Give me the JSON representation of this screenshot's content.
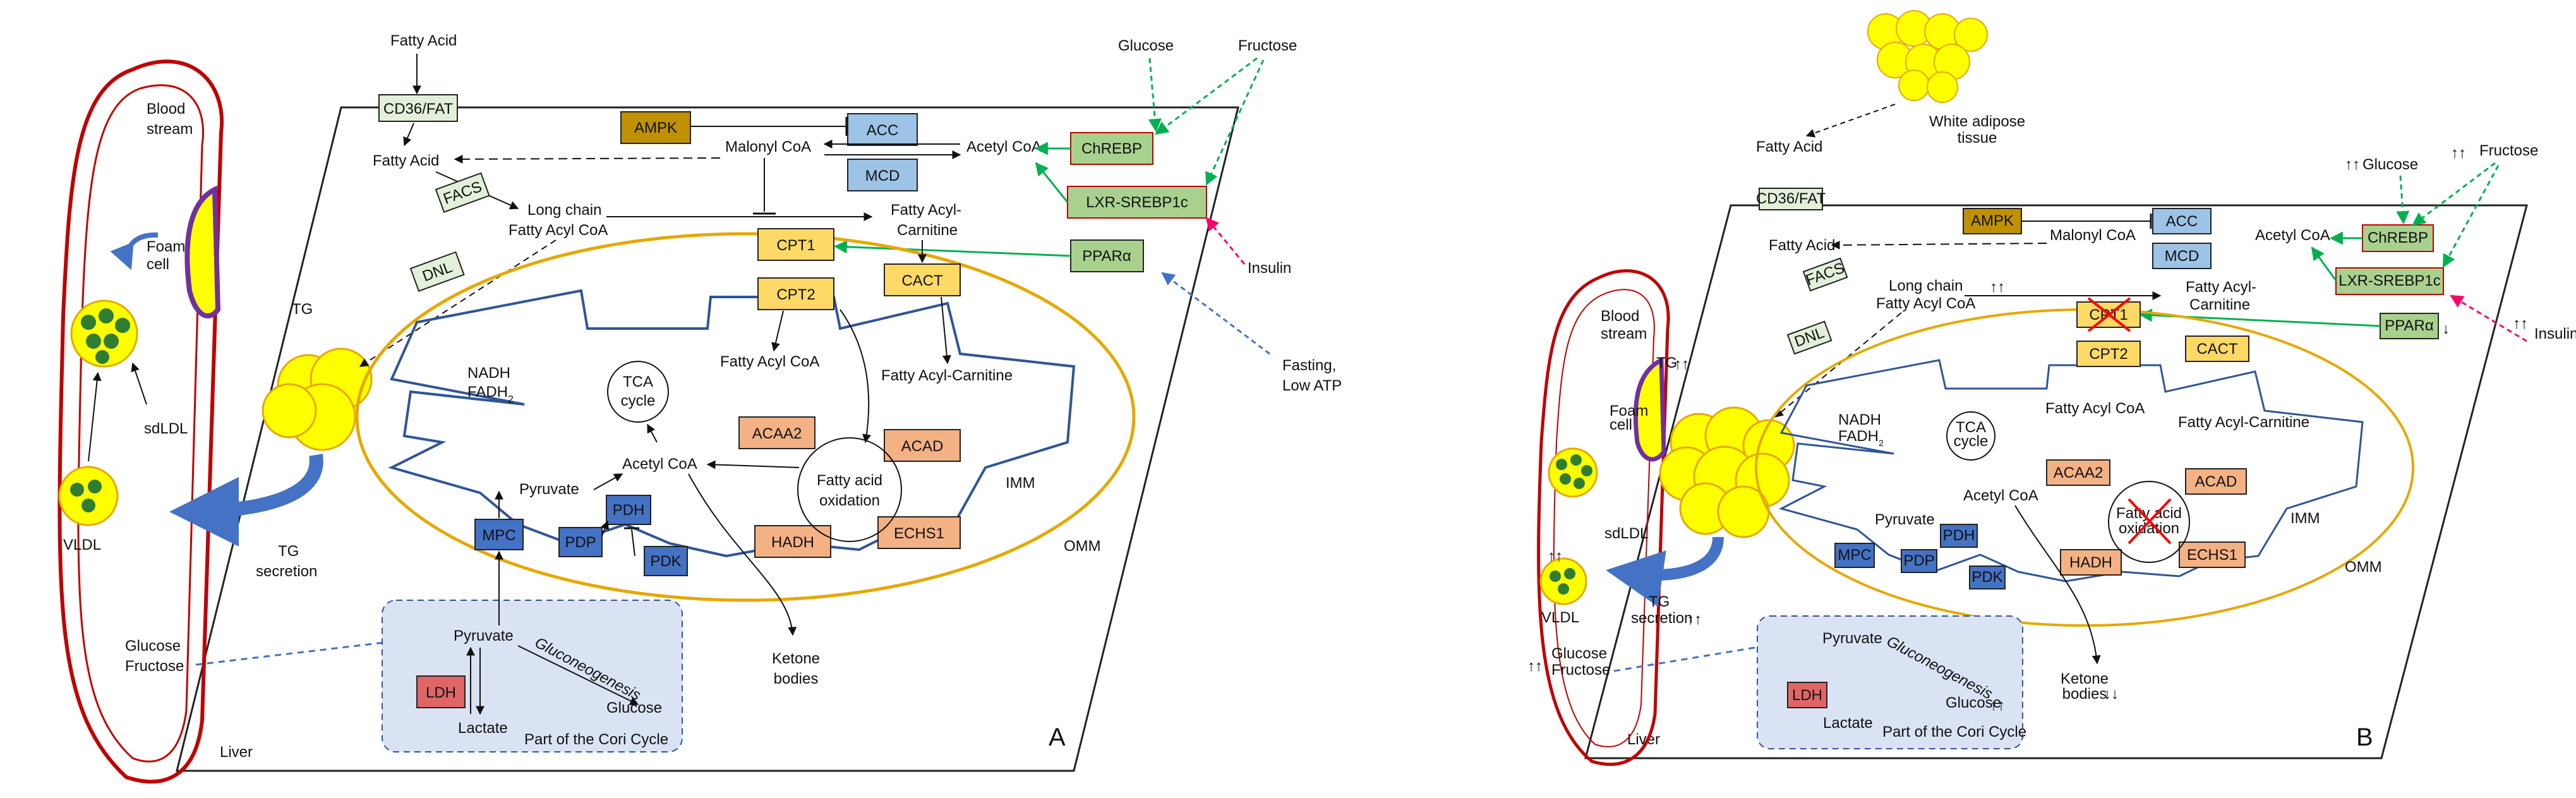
{
  "panelA": {
    "letter": "A",
    "liver": "Liver",
    "blood_stream": [
      "Blood",
      "stream"
    ],
    "foam_cell": [
      "Foam",
      "cell"
    ],
    "sdldl": "sdLDL",
    "vldl": "VLDL",
    "tg": "TG",
    "tg_secretion": [
      "TG",
      "secretion"
    ],
    "glucose_fructose": [
      "Glucose",
      "Fructose"
    ],
    "fatty_acid_top": "Fatty Acid",
    "cd36": "CD36/FAT",
    "fatty_acid": "Fatty Acid",
    "facs": "FACS",
    "dnl": "DNL",
    "long_chain": [
      "Long chain",
      "Fatty Acyl CoA"
    ],
    "ampk": "AMPK",
    "malonyl": "Malonyl CoA",
    "acc": "ACC",
    "mcd": "MCD",
    "acetyl_top": "Acetyl CoA",
    "chrebp": "ChREBP",
    "lxr": "LXR-SREBP1c",
    "ppara": "PPARα",
    "glucose": "Glucose",
    "fructose": "Fructose",
    "insulin": "Insulin",
    "fasting": [
      "Fasting,",
      "Low ATP"
    ],
    "fa_carnitine": [
      "Fatty Acyl-",
      "Carnitine"
    ],
    "cpt1": "CPT1",
    "cpt2": "CPT2",
    "cact": "CACT",
    "fatty_acyl_coa": "Fatty Acyl CoA",
    "fatty_acyl_carnitine": "Fatty Acyl-Carnitine",
    "nadh": [
      "NADH",
      "FADH2"
    ],
    "tca": [
      "TCA",
      "cycle"
    ],
    "acaa2": "ACAA2",
    "acad": "ACAD",
    "fa_oxidation": [
      "Fatty acid",
      "oxidation"
    ],
    "hadh": "HADH",
    "echs1": "ECHS1",
    "acetyl_coa": "Acetyl CoA",
    "pyruvate": "Pyruvate",
    "mpc": "MPC",
    "pdp": "PDP",
    "pdh": "PDH",
    "pdk": "PDK",
    "imm": "IMM",
    "omm": "OMM",
    "ketone": [
      "Ketone",
      "bodies"
    ],
    "pyruvate_cori": "Pyruvate",
    "gluconeogenesis": "Gluconeogenesis",
    "ldh": "LDH",
    "lactate": "Lactate",
    "glucose_cori": "Glucose",
    "cori": "Part of the Cori Cycle"
  },
  "panelB": {
    "letter": "B",
    "white_adipose": [
      "White adipose",
      "tissue"
    ],
    "up2": "↑↑",
    "down2": "↓↓",
    "up1": "↑",
    "down1": "↓"
  },
  "colors": {
    "blood_red": "#c00000",
    "membrane_gold": "#e6a800",
    "inner_blue": "#2f5597",
    "blue_box": "#4472c4",
    "light_blue_box": "#9dc3e6",
    "orange_box": "#f4b183",
    "yellow_box": "#ffd966",
    "green_box": "#a9d18e",
    "pale_green_box": "#e2f0d9",
    "ampk": "#bf9000",
    "ldh": "#e06666",
    "lipid_yellow": "#ffff00",
    "green_arrow": "#00b050",
    "pink_arrow": "#ff0066",
    "cross_red": "#ff0000"
  }
}
